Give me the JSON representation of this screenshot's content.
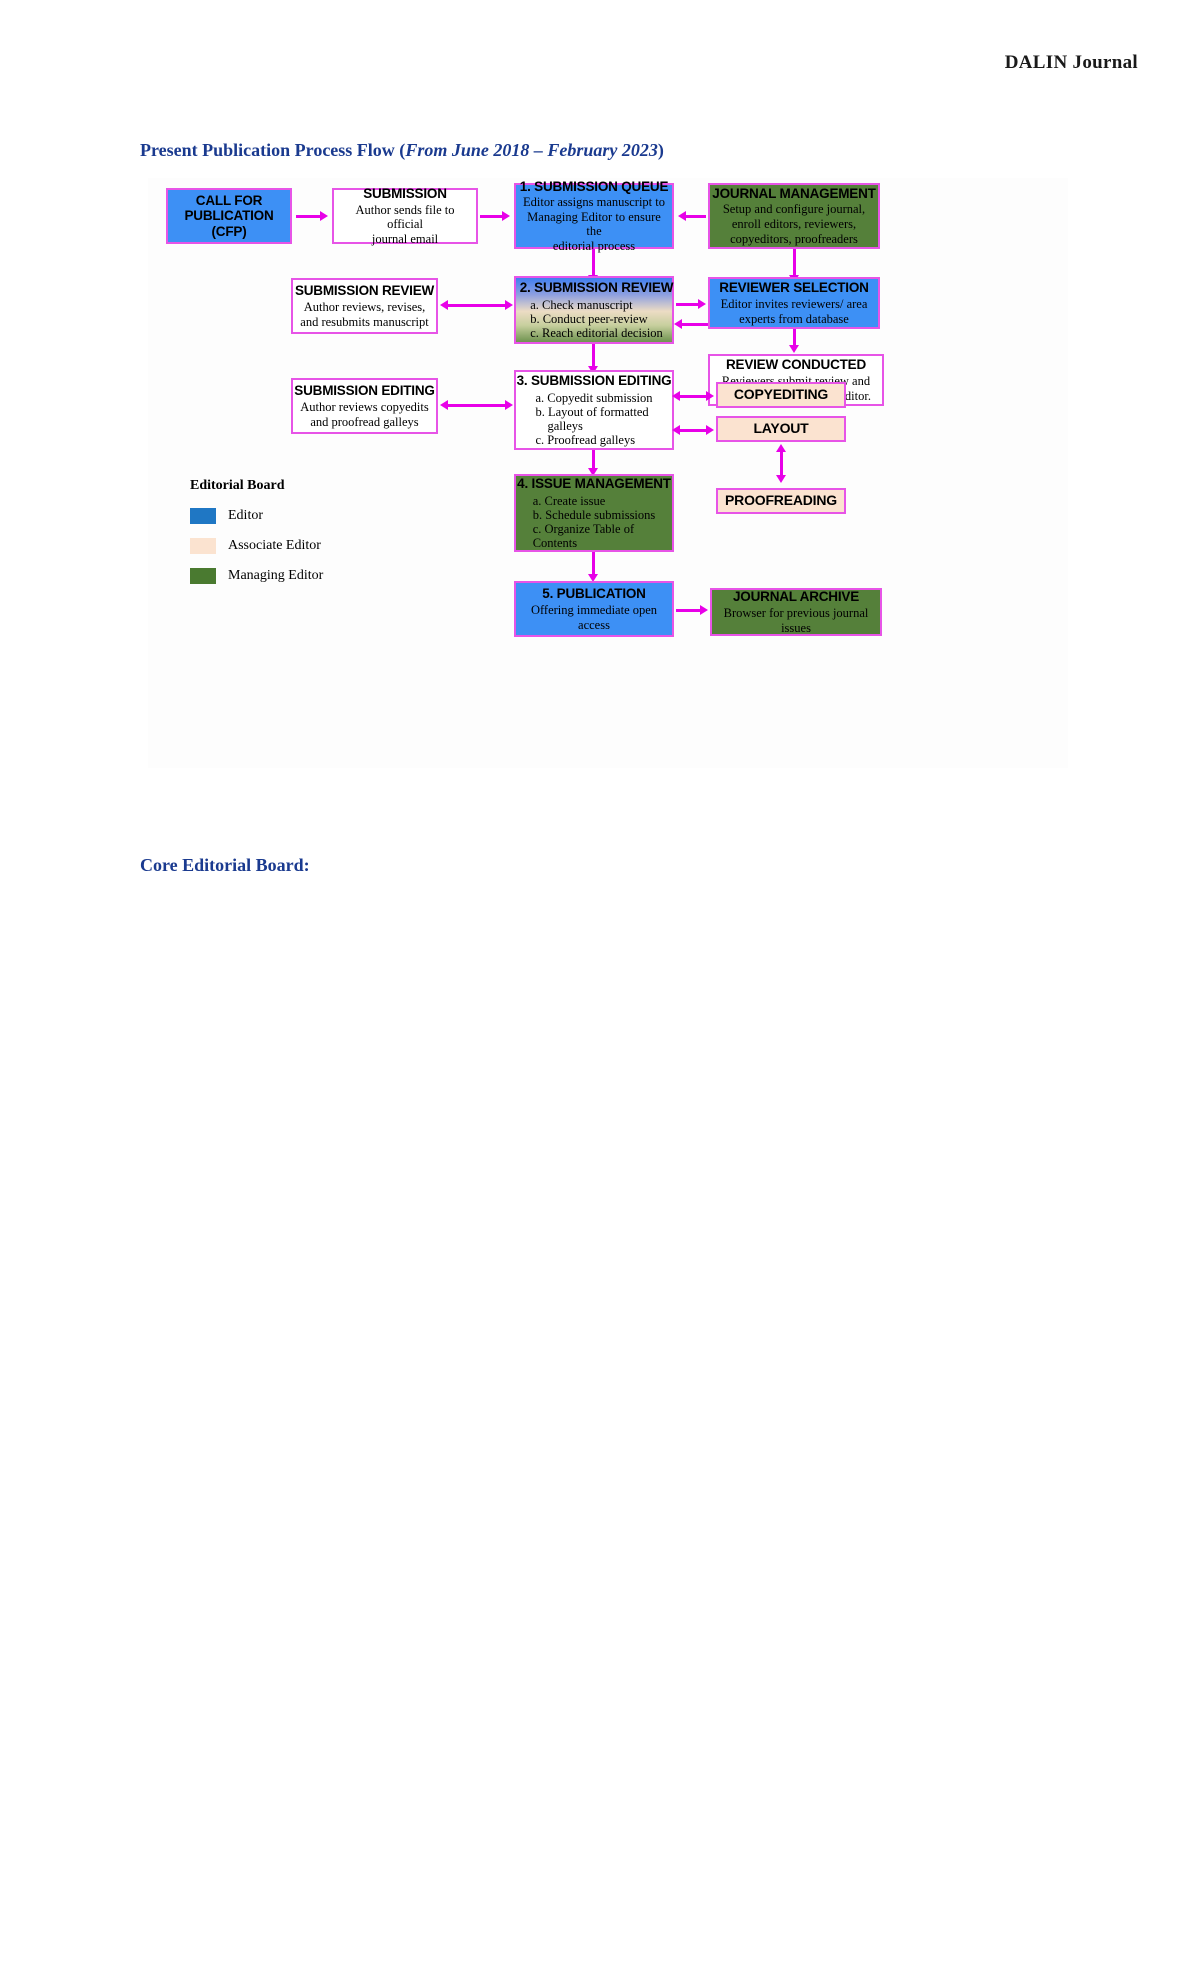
{
  "page": {
    "header": "DALIN Journal",
    "flow_title_prefix": "Present Publication Process Flow (",
    "flow_title_italic": "From June 2018 – February 2023",
    "flow_title_suffix": ")",
    "core_board_title": "Core Editorial Board:"
  },
  "colors": {
    "editor_blue": "#3d90f5",
    "associate_editor_cream": "#fbe3d0",
    "managing_editor_green": "#55803a",
    "border_magenta": "#e754e7",
    "arrow_magenta": "#e800e8",
    "title_blue": "#1a3a8f"
  },
  "legend": {
    "title": "Editorial Board",
    "items": [
      {
        "label": "Editor",
        "color": "#1f77c4"
      },
      {
        "label": "Associate Editor",
        "color": "#fbe3d0"
      },
      {
        "label": "Managing Editor",
        "color": "#4a7a30"
      }
    ]
  },
  "chart_data": {
    "type": "diagram",
    "title": "Present Publication Process Flow (From June 2018 – February 2023)",
    "nodes": [
      {
        "id": "cfp",
        "heading": "CALL FOR",
        "heading2": "PUBLICATION",
        "heading3": "(CFP)",
        "body": "",
        "fill": "editor_blue"
      },
      {
        "id": "submission",
        "heading": "SUBMISSION",
        "body": "Author sends file to official journal email",
        "fill": "white"
      },
      {
        "id": "queue",
        "heading": "1. SUBMISSION QUEUE",
        "body": "Editor assigns manuscript to Managing Editor to ensure the editorial process",
        "fill": "editor_blue"
      },
      {
        "id": "journal-mgmt",
        "heading": "JOURNAL MANAGEMENT",
        "body": "Setup and configure journal, enroll editors, reviewers, copyeditors, proofreaders",
        "fill": "managing_editor_green"
      },
      {
        "id": "sub-review-author",
        "heading": "SUBMISSION REVIEW",
        "body": "Author reviews, revises, and resubmits manuscript",
        "fill": "white"
      },
      {
        "id": "sub-review",
        "heading": "2. SUBMISSION REVIEW",
        "body": "a. Check manuscript / b. Conduct peer-review / c. Reach editorial decision",
        "fill": "gradient"
      },
      {
        "id": "reviewer-selection",
        "heading": "REVIEWER SELECTION",
        "body": "Editor invites reviewers/ area experts from database",
        "fill": "editor_blue"
      },
      {
        "id": "review-conducted",
        "heading": "REVIEW CONDUCTED",
        "body": "Reviewers submit review and recommendation to the editor.",
        "fill": "white"
      },
      {
        "id": "sub-editing-author",
        "heading": "SUBMISSION EDITING",
        "body": "Author reviews copyedits and proofread galleys",
        "fill": "white"
      },
      {
        "id": "sub-editing",
        "heading": "3. SUBMISSION EDITING",
        "body": "a. Copyedit submission / b. Layout of formatted galleys / c. Proofread galleys",
        "fill": "white"
      },
      {
        "id": "copyediting",
        "heading": "COPYEDITING",
        "body": "",
        "fill": "associate_editor_cream"
      },
      {
        "id": "layout",
        "heading": "LAYOUT",
        "body": "",
        "fill": "associate_editor_cream"
      },
      {
        "id": "proofreading",
        "heading": "PROOFREADING",
        "body": "",
        "fill": "associate_editor_cream"
      },
      {
        "id": "issue-mgmt",
        "heading": "4. ISSUE MANAGEMENT",
        "body": "a. Create issue / b. Schedule submissions / c. Organize Table of Contents",
        "fill": "managing_editor_green"
      },
      {
        "id": "publication",
        "heading": "5. PUBLICATION",
        "body": "Offering immediate open access",
        "fill": "editor_blue"
      },
      {
        "id": "journal-archive",
        "heading": "JOURNAL ARCHIVE",
        "body": "Browser for previous journal issues",
        "fill": "managing_editor_green"
      }
    ],
    "edges": [
      {
        "from": "cfp",
        "to": "submission",
        "dir": "right"
      },
      {
        "from": "submission",
        "to": "queue",
        "dir": "right"
      },
      {
        "from": "journal-mgmt",
        "to": "queue",
        "dir": "left"
      },
      {
        "from": "queue",
        "to": "sub-review",
        "dir": "down"
      },
      {
        "from": "journal-mgmt",
        "to": "reviewer-selection",
        "dir": "down"
      },
      {
        "from": "sub-review-author",
        "to": "sub-review",
        "dir": "both"
      },
      {
        "from": "sub-review",
        "to": "reviewer-selection",
        "dir": "right"
      },
      {
        "from": "reviewer-selection",
        "to": "review-conducted",
        "dir": "down"
      },
      {
        "from": "review-conducted",
        "to": "sub-review",
        "dir": "left"
      },
      {
        "from": "sub-review",
        "to": "sub-editing",
        "dir": "down"
      },
      {
        "from": "sub-editing-author",
        "to": "sub-editing",
        "dir": "both"
      },
      {
        "from": "sub-editing",
        "to": "copyediting",
        "dir": "both"
      },
      {
        "from": "sub-editing",
        "to": "layout",
        "dir": "both"
      },
      {
        "from": "layout",
        "to": "proofreading",
        "dir": "both"
      },
      {
        "from": "sub-editing",
        "to": "issue-mgmt",
        "dir": "down"
      },
      {
        "from": "issue-mgmt",
        "to": "publication",
        "dir": "down"
      },
      {
        "from": "publication",
        "to": "journal-archive",
        "dir": "right"
      }
    ]
  },
  "nodes": {
    "cfp": {
      "l1": "CALL  FOR",
      "l2": "PUBLICATION",
      "l3": "(CFP)"
    },
    "submission": {
      "heading": "SUBMISSION",
      "line1": "Author sends file to official",
      "line2": "journal email"
    },
    "queue": {
      "heading": "1. SUBMISSION QUEUE",
      "line1": "Editor assigns manuscript to",
      "line2": "Managing Editor to ensure the",
      "line3": "editorial process"
    },
    "journal_mgmt": {
      "heading": "JOURNAL MANAGEMENT",
      "line1": "Setup and configure journal,",
      "line2": "enroll editors, reviewers,",
      "line3": "copyeditors, proofreaders"
    },
    "sub_review_author": {
      "heading": "SUBMISSION REVIEW",
      "line1": "Author reviews, revises,",
      "line2": "and resubmits manuscript"
    },
    "sub_review": {
      "heading": "2. SUBMISSION REVIEW",
      "a": "a. Check manuscript",
      "b": "b. Conduct peer-review",
      "c": "c. Reach editorial decision"
    },
    "reviewer_selection": {
      "heading": "REVIEWER SELECTION",
      "line1": "Editor invites reviewers/ area",
      "line2": "experts from database"
    },
    "review_conducted": {
      "heading": "REVIEW CONDUCTED",
      "line1": "Reviewers submit review and",
      "line2": "recommendation to the editor."
    },
    "sub_editing_author": {
      "heading": "SUBMISSION EDITING",
      "line1": "Author reviews copyedits",
      "line2": "and proofread galleys"
    },
    "sub_editing": {
      "heading": "3. SUBMISSION EDITING",
      "a": "a. Copyedit submission",
      "b": "b. Layout of formatted",
      "b2": "galleys",
      "c": "c. Proofread galleys"
    },
    "copyediting": {
      "heading": "COPYEDITING"
    },
    "layout": {
      "heading": "LAYOUT"
    },
    "proofreading": {
      "heading": "PROOFREADING"
    },
    "issue_mgmt": {
      "heading": "4. ISSUE MANAGEMENT",
      "a": "a. Create issue",
      "b": "b. Schedule submissions",
      "c": "c. Organize Table of",
      "c2": "Contents"
    },
    "publication": {
      "heading": "5. PUBLICATION",
      "line1": "Offering immediate open",
      "line2": "access"
    },
    "journal_archive": {
      "heading": "JOURNAL ARCHIVE",
      "line1": "Browser for previous journal",
      "line2": "issues"
    }
  }
}
